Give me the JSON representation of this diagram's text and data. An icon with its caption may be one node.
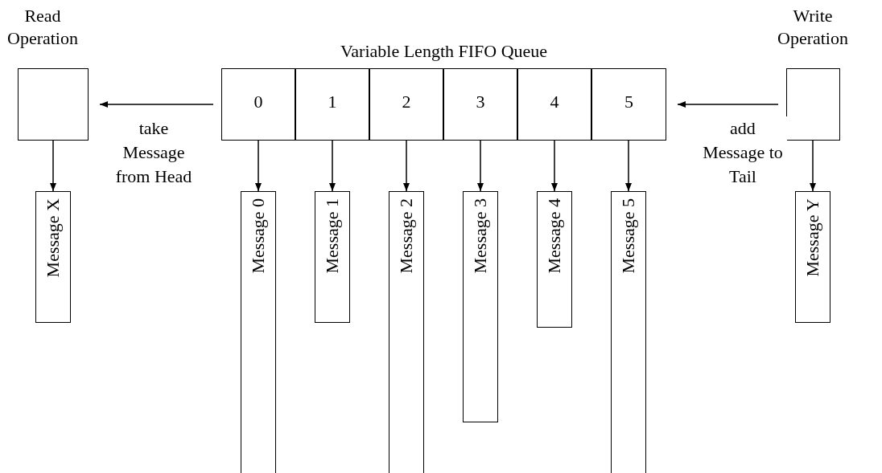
{
  "diagram": {
    "nodes": [
      {
        "text": [
          "Read Operation"
        ]
      },
      {
        "text": [
          "Variable Length FIFO Queue"
        ]
      },
      {
        "text": [
          "0"
        ],
        "in": 1
      },
      {
        "text": [
          "1"
        ],
        "in": 1
      },
      {
        "text": [
          "2"
        ],
        "in": 1
      },
      {
        "text": [
          "3"
        ],
        "in": 1
      },
      {
        "text": [
          "4"
        ],
        "in": 1
      },
      {
        "text": [
          "5"
        ],
        "in": 1
      },
      {
        "text": [
          "Write Operation"
        ]
      },
      {
        "text": [
          "Message X"
        ]
      },
      {
        "text": [
          "Message 0"
        ]
      },
      {
        "text": [
          "Message 1"
        ]
      },
      {
        "text": [
          "Message 2"
        ]
      },
      {
        "text": [
          "Message 3"
        ]
      },
      {
        "text": [
          "Message 4"
        ]
      },
      {
        "text": [
          "Message 5"
        ]
      },
      {
        "text": [
          "Message Y"
        ]
      }
    ],
    "edges": [
      {
        "from": 1,
        "to": 0,
        "arrow": "to",
        "label": "take Message from Head"
      },
      {
        "from": 8,
        "to": 1,
        "arrow": "to",
        "label": "add Message to Tail"
      },
      {
        "from": 0,
        "to": 9,
        "arrow": "to"
      },
      {
        "from": 2,
        "to": 10,
        "arrow": "to"
      },
      {
        "from": 3,
        "to": 11,
        "arrow": "to"
      },
      {
        "from": 4,
        "to": 12,
        "arrow": "to"
      },
      {
        "from": 5,
        "to": 13,
        "arrow": "to"
      },
      {
        "from": 6,
        "to": 14,
        "arrow": "to"
      },
      {
        "from": 7,
        "to": 15,
        "arrow": "to"
      },
      {
        "from": 8,
        "to": 16,
        "arrow": "to"
      }
    ]
  }
}
